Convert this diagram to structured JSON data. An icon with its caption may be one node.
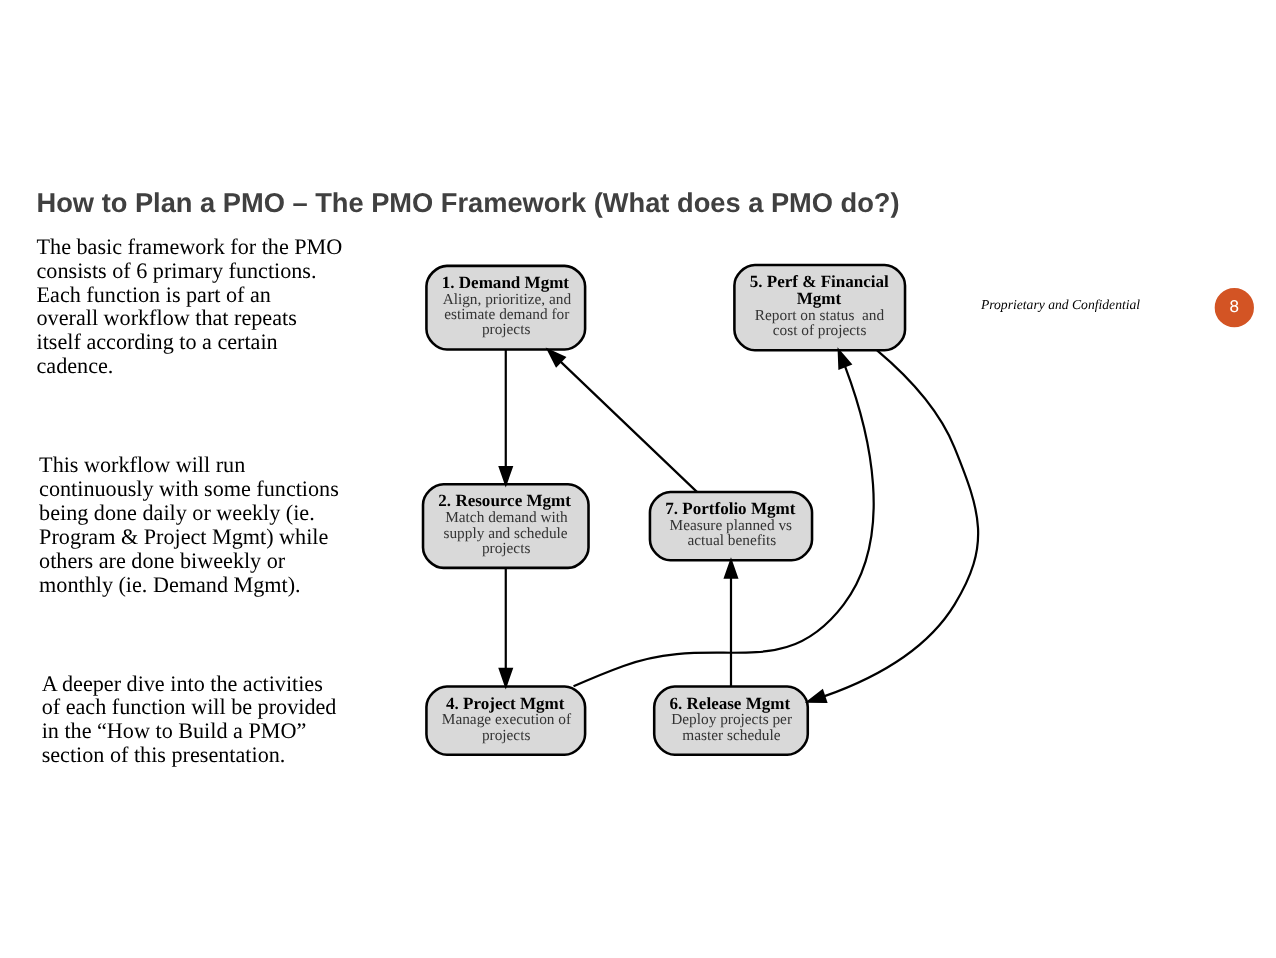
{
  "diagram": {
    "title": "How to Plan a PMO – The PMO Framework (What does a PMO do?)",
    "nodes": [
      {
        "text": [
          "1. Demand Mgmt",
          "Align, prioritize, and estimate demand for projects"
        ]
      },
      {
        "text": [
          "2. Resource Mgmt",
          "Match demand with supply and schedule projects"
        ]
      },
      {
        "text": [
          "4. Project Mgmt",
          "Manage execution of projects"
        ]
      },
      {
        "text": [
          "5. Perf & Financial Mgmt",
          "Report on status  and cost of projects"
        ]
      },
      {
        "text": [
          "6. Release Mgmt",
          "Deploy projects per master schedule"
        ]
      },
      {
        "text": [
          "7. Portfolio Mgmt",
          "Measure planned vs actual benefits"
        ]
      }
    ],
    "edges": [
      {
        "from": 0,
        "to": 1,
        "arrow": "to"
      },
      {
        "from": 1,
        "to": 2,
        "arrow": "to"
      },
      {
        "from": 2,
        "to": 3,
        "arrow": "to"
      },
      {
        "from": 3,
        "to": 4,
        "arrow": "to"
      },
      {
        "from": 4,
        "to": 5,
        "arrow": "to"
      },
      {
        "from": 5,
        "to": 0,
        "arrow": "to"
      }
    ],
    "labels": [
      "The basic framework for the PMO consists of 6 primary functions. Each function is part of an overall workflow that repeats itself according to a certain cadence.",
      "This workflow will run continuously with some functions being done daily or weekly (ie. Program & Project Mgmt) while others are done biweekly or monthly (ie. Demand Mgmt).",
      "A deeper dive into the activities of each function will be provided in the “How to Build a PMO” section of this presentation.",
      "Proprietary and Confidential",
      "8"
    ]
  }
}
